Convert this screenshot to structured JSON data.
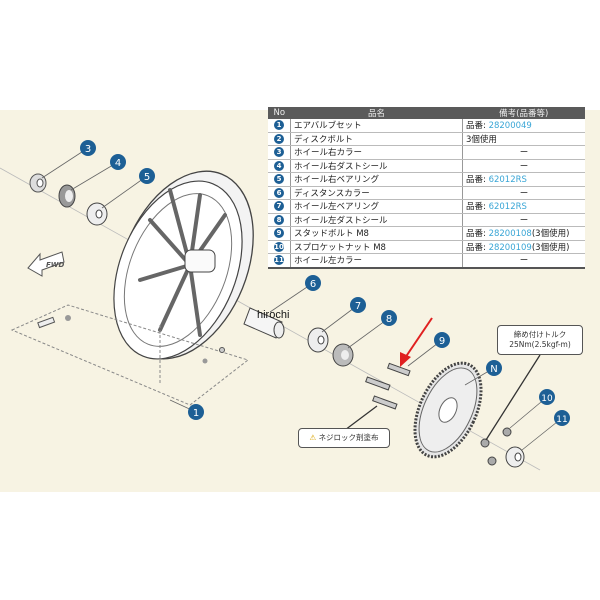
{
  "table": {
    "headers": {
      "no": "No",
      "name": "品名",
      "note": "備考(品番等)"
    },
    "rows": [
      {
        "no": "1",
        "name": "エアバルブセット",
        "note_prefix": "品番: ",
        "part": "28200049",
        "suffix": ""
      },
      {
        "no": "2",
        "name": "ディスクボルト",
        "note_prefix": "3個使用",
        "part": "",
        "suffix": ""
      },
      {
        "no": "3",
        "name": "ホイール右カラー",
        "dash": "ー"
      },
      {
        "no": "4",
        "name": "ホイール右ダストシール",
        "dash": "ー"
      },
      {
        "no": "5",
        "name": "ホイール右ベアリング",
        "note_prefix": "品番: ",
        "part": "62012RS",
        "suffix": ""
      },
      {
        "no": "6",
        "name": "ディスタンスカラー",
        "dash": "ー"
      },
      {
        "no": "7",
        "name": "ホイール左ベアリング",
        "note_prefix": "品番: ",
        "part": "62012RS",
        "suffix": ""
      },
      {
        "no": "8",
        "name": "ホイール左ダストシール",
        "dash": "ー"
      },
      {
        "no": "9",
        "name": "スタッドボルト M8",
        "note_prefix": "品番: ",
        "part": "28200108",
        "suffix": "(3個使用)"
      },
      {
        "no": "10",
        "name": "スプロケットナット M8",
        "note_prefix": "品番: ",
        "part": "28200109",
        "suffix": "(3個使用)"
      },
      {
        "no": "11",
        "name": "ホイール左カラー",
        "dash": "ー"
      }
    ]
  },
  "callouts": {
    "c1": "1",
    "c3": "3",
    "c4": "4",
    "c5": "5",
    "c6": "6",
    "c7": "7",
    "c8": "8",
    "c9": "9",
    "cN": "N",
    "c10": "10",
    "c11": "11"
  },
  "fwd_label": "FWD",
  "torque_note": {
    "line1": "締め付けトルク",
    "line2": "25Nm(2.5kgf-m)"
  },
  "warning_note": "ネジロック剤塗布",
  "watermark": "hirochi",
  "colors": {
    "callout": "#1d5f95",
    "part_number": "#3aa6d6",
    "background": "#f7f3e3",
    "arrow": "#e02020"
  }
}
